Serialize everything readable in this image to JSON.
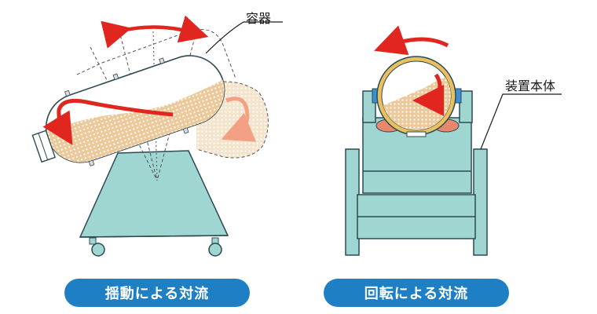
{
  "labels": {
    "container": "容器",
    "device_body": "装置本体"
  },
  "captions": {
    "swing": "揺動による対流",
    "rotation": "回転による対流"
  },
  "colors": {
    "machine": "#9fd6d1",
    "machine_outline": "#2c4a52",
    "powder": "#e8c79a",
    "arrow": "#e0261e",
    "arrow_faded": "#f2a184",
    "ring": "#e8c060",
    "caption_bg": "#1f7fc4",
    "caption_text": "#ffffff"
  },
  "icons": [
    "swing-arrow-icon",
    "rotation-arrow-icon",
    "convection-arrow-icon"
  ]
}
